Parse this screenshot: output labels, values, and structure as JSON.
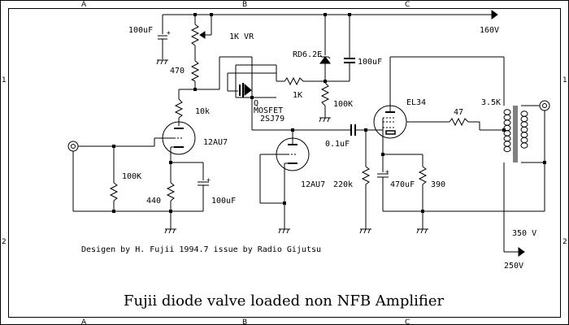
{
  "title": "Fujii diode valve loaded non NFB Amplifier",
  "credit": "Desigen by H. Fujii  1994.7 issue by Radio Gijutsu",
  "frame": {
    "columns": [
      "A",
      "B",
      "C"
    ],
    "rows": [
      "1",
      "2"
    ]
  },
  "rails": {
    "b_plus_160": "160V",
    "b_plus_350": "350 V",
    "b_plus_250": "250V"
  },
  "components": {
    "c_supply": "100uF",
    "vr": "1K VR",
    "r470": "470",
    "zener": "RD6.2E",
    "c_zener": "100uF",
    "r_gate": "1K",
    "r_100k_gate": "100K",
    "mosfet_ref": "Q",
    "mosfet_type": "MOSFET",
    "mosfet_part": "2SJ79",
    "r_plate": "10k",
    "v1": "12AU7",
    "r_grid": "100K",
    "r_cathode": "440",
    "c_cathode": "100uF",
    "v2": "12AU7",
    "c_coupling": "0.1uF",
    "r_grid2": "220k",
    "v3": "EL34",
    "c_cathode3": "470uF",
    "r_cathode3": "390",
    "r_grid_stop": "47",
    "ot_primary": "3.5K"
  }
}
